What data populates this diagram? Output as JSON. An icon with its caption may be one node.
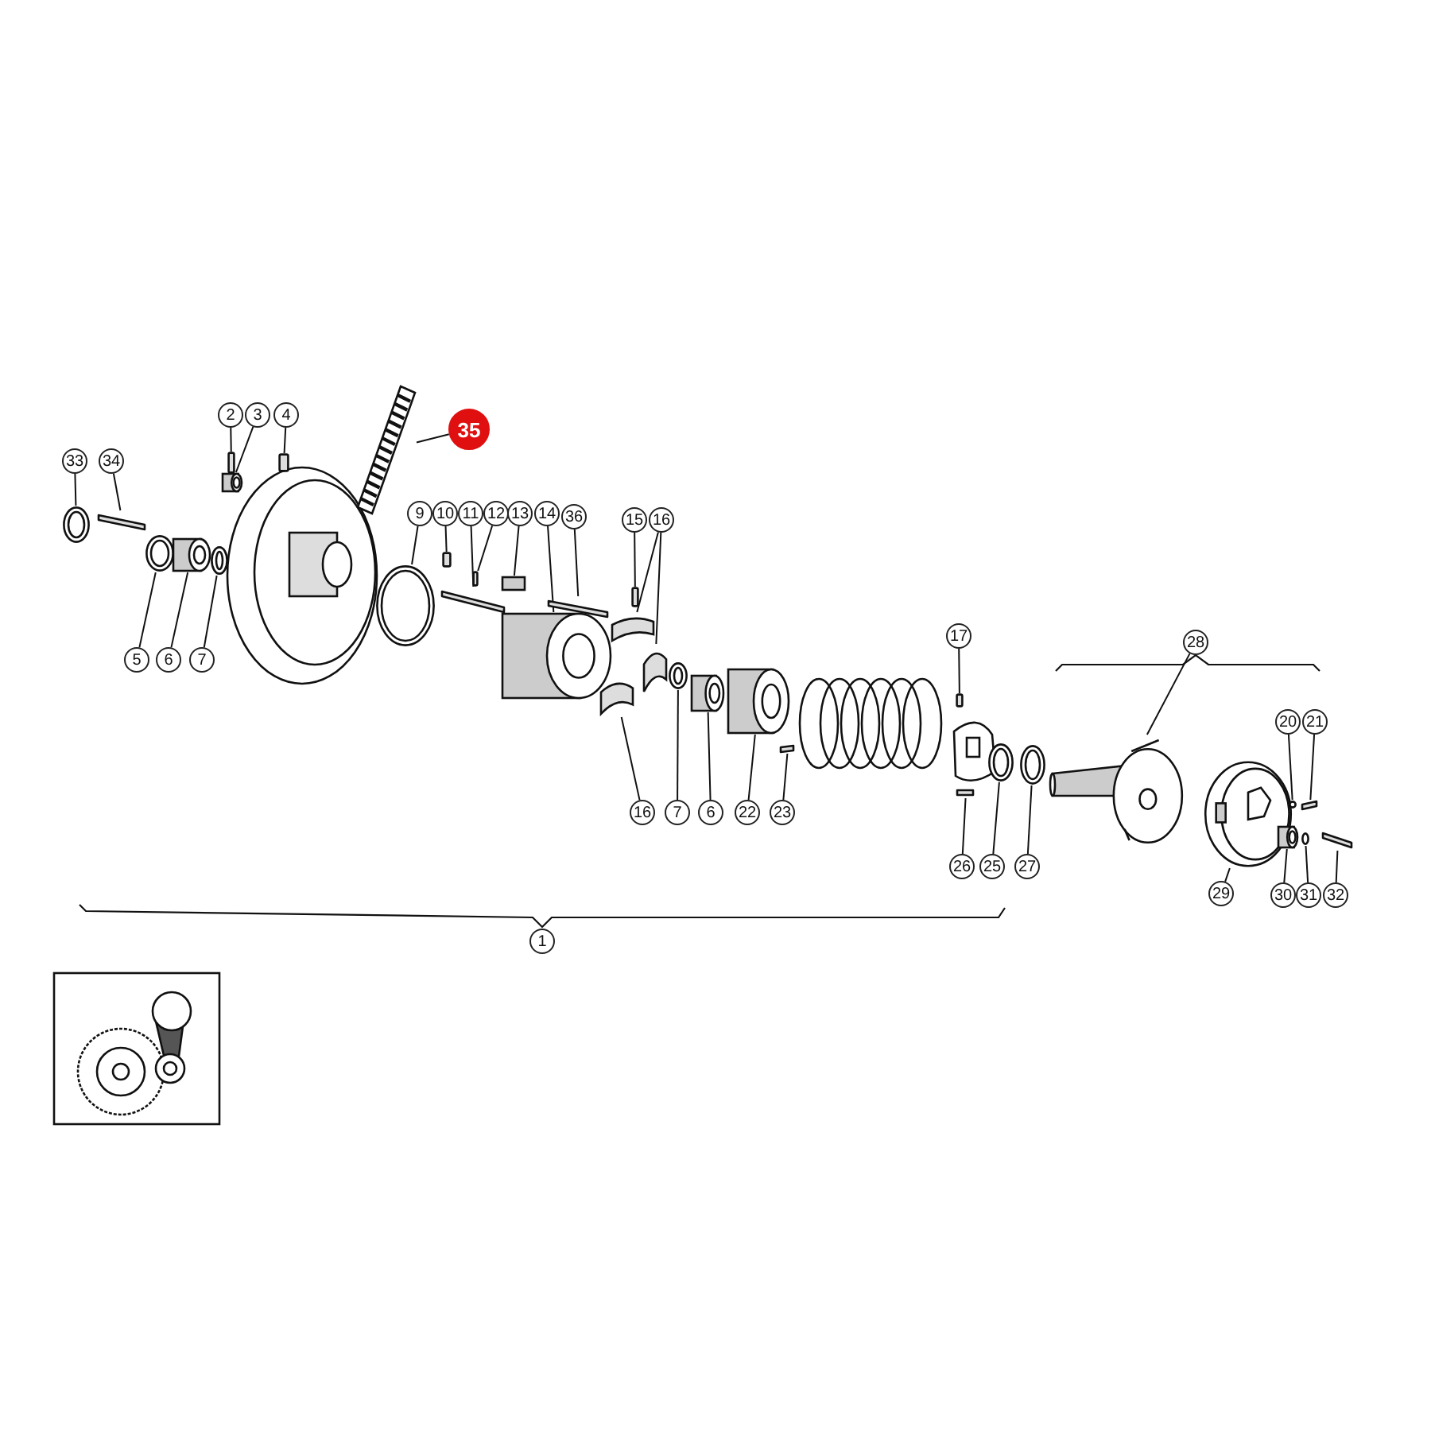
{
  "diagram": {
    "nodes": [
      {
        "text": [
          "2"
        ]
      },
      {
        "text": [
          "3"
        ]
      },
      {
        "text": [
          "4"
        ]
      },
      {
        "text": [
          "35"
        ]
      },
      {
        "text": [
          "33"
        ]
      },
      {
        "text": [
          "34"
        ]
      },
      {
        "text": [
          "9"
        ]
      },
      {
        "text": [
          "10"
        ]
      },
      {
        "text": [
          "11"
        ]
      },
      {
        "text": [
          "12"
        ]
      },
      {
        "text": [
          "13"
        ]
      },
      {
        "text": [
          "14"
        ]
      },
      {
        "text": [
          "36"
        ]
      },
      {
        "text": [
          "15"
        ]
      },
      {
        "text": [
          "16"
        ]
      },
      {
        "text": [
          "17"
        ]
      },
      {
        "text": [
          "28"
        ]
      },
      {
        "text": [
          "20"
        ]
      },
      {
        "text": [
          "21"
        ]
      },
      {
        "text": [
          "5"
        ]
      },
      {
        "text": [
          "6"
        ]
      },
      {
        "text": [
          "7"
        ]
      },
      {
        "text": [
          "16"
        ]
      },
      {
        "text": [
          "7"
        ]
      },
      {
        "text": [
          "6"
        ]
      },
      {
        "text": [
          "22"
        ]
      },
      {
        "text": [
          "23"
        ]
      },
      {
        "text": [
          "26"
        ]
      },
      {
        "text": [
          "25"
        ]
      },
      {
        "text": [
          "27"
        ]
      },
      {
        "text": [
          "29"
        ]
      },
      {
        "text": [
          "30"
        ]
      },
      {
        "text": [
          "31"
        ]
      },
      {
        "text": [
          "32"
        ]
      },
      {
        "text": [],
        "shape": "circle"
      },
      {
        "text": [],
        "shape": "bar"
      },
      {
        "text": [],
        "shape": "circle"
      },
      {
        "text": [],
        "shape": "cylinder"
      },
      {
        "text": [],
        "shape": "circle"
      },
      {
        "text": [],
        "shape": "bar"
      },
      {
        "text": [],
        "shape": "cylinder"
      },
      {
        "text": [],
        "shape": "bar"
      },
      {
        "text": [],
        "shape": "picture"
      },
      {
        "text": [],
        "shape": "circle"
      },
      {
        "text": [],
        "shape": "bar"
      },
      {
        "text": [],
        "shape": "bar"
      },
      {
        "text": [],
        "shape": "bar"
      },
      {
        "text": [],
        "shape": "box"
      },
      {
        "text": [],
        "shape": "cylinder"
      },
      {
        "text": [],
        "shape": "bar"
      },
      {
        "text": [],
        "shape": "bar"
      },
      {
        "text": [],
        "shape": "picture"
      },
      {
        "text": [],
        "shape": "circle"
      },
      {
        "text": [],
        "shape": "picture"
      },
      {
        "text": [],
        "shape": "picture"
      },
      {
        "text": [],
        "shape": "cylinder"
      },
      {
        "text": [],
        "shape": "cylinder"
      },
      {
        "text": [],
        "shape": "bar"
      },
      {
        "text": [],
        "shape": "bar"
      },
      {
        "text": [],
        "shape": "bar"
      },
      {
        "text": [],
        "shape": "circle"
      },
      {
        "text": [],
        "shape": "circle"
      },
      {
        "text": [],
        "shape": "picture"
      },
      {
        "text": [],
        "shape": "picture"
      },
      {
        "text": [],
        "shape": "circle"
      },
      {
        "text": [],
        "shape": "bar"
      },
      {
        "text": [],
        "shape": "cylinder"
      },
      {
        "text": [],
        "shape": "circle"
      },
      {
        "text": [],
        "shape": "bar"
      },
      {
        "text": [
          "1"
        ]
      }
    ],
    "edges": [
      {
        "from": 0,
        "to": 39,
        "arrow": "none"
      },
      {
        "from": 1,
        "to": 40,
        "arrow": "none"
      },
      {
        "from": 2,
        "to": 41,
        "arrow": "none"
      },
      {
        "from": 3,
        "to": 42,
        "arrow": "none"
      },
      {
        "from": 4,
        "to": 34,
        "arrow": "none"
      },
      {
        "from": 5,
        "to": 35,
        "arrow": "none"
      },
      {
        "from": 6,
        "to": 43,
        "arrow": "none"
      },
      {
        "from": 7,
        "to": 44,
        "arrow": "none"
      },
      {
        "from": 8,
        "to": 45,
        "arrow": "none"
      },
      {
        "from": 9,
        "to": 46,
        "arrow": "none"
      },
      {
        "from": 10,
        "to": 47,
        "arrow": "none"
      },
      {
        "from": 11,
        "to": 48,
        "arrow": "none"
      },
      {
        "from": 12,
        "to": 49,
        "arrow": "none"
      },
      {
        "from": 13,
        "to": 50,
        "arrow": "none"
      },
      {
        "from": 14,
        "to": 51,
        "arrow": "none"
      },
      {
        "from": 14,
        "to": 53,
        "arrow": "none"
      },
      {
        "from": 15,
        "to": 58,
        "arrow": "none"
      },
      {
        "from": 16,
        "to": 62,
        "arrow": "none"
      },
      {
        "from": 17,
        "to": 64,
        "arrow": "none"
      },
      {
        "from": 18,
        "to": 65,
        "arrow": "none"
      },
      {
        "from": 19,
        "to": 36,
        "arrow": "none"
      },
      {
        "from": 20,
        "to": 37,
        "arrow": "none"
      },
      {
        "from": 21,
        "to": 38,
        "arrow": "none"
      },
      {
        "from": 22,
        "to": 54,
        "arrow": "none"
      },
      {
        "from": 23,
        "to": 52,
        "arrow": "none"
      },
      {
        "from": 24,
        "to": 55,
        "arrow": "none"
      },
      {
        "from": 25,
        "to": 56,
        "arrow": "none"
      },
      {
        "from": 26,
        "to": 57,
        "arrow": "none"
      },
      {
        "from": 27,
        "to": 59,
        "arrow": "none"
      },
      {
        "from": 28,
        "to": 60,
        "arrow": "none"
      },
      {
        "from": 29,
        "to": 61,
        "arrow": "none"
      },
      {
        "from": 30,
        "to": 63,
        "arrow": "none"
      },
      {
        "from": 31,
        "to": 66,
        "arrow": "none"
      },
      {
        "from": 32,
        "to": 67,
        "arrow": "none"
      },
      {
        "from": 33,
        "to": 68,
        "arrow": "none"
      }
    ]
  }
}
